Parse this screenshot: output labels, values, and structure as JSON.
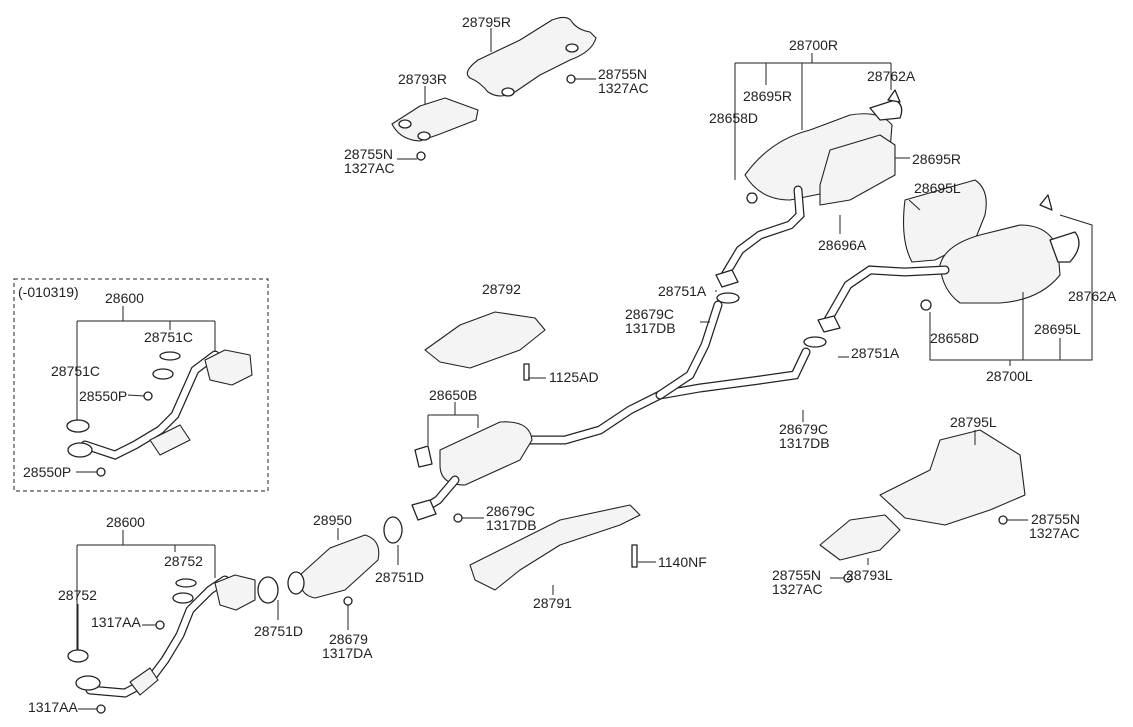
{
  "diagram": {
    "variant_note": "(-010319)",
    "labels": {
      "heat_protector_front_r": "28795R",
      "heat_protector_r": "28793R",
      "nut_r_upper_a": "28755N",
      "nut_r_upper_b": "1327AC",
      "nut_r_lower_a": "28755N",
      "nut_r_lower_b": "1327AC",
      "muffler_r": "28700R",
      "heat_shield_r_top": "28695R",
      "hanger_r_top": "28762A",
      "hanger_r_left": "28658D",
      "heat_shield_r_side": "28695R",
      "heat_shield_l": "28695L",
      "bolt_28696a": "28696A",
      "gasket_28751a_upper": "28751A",
      "nut_center_upper_a": "28679C",
      "nut_center_upper_b": "1317DB",
      "heat_protector_center": "28792",
      "bolt_1125ad": "1125AD",
      "center_muffler": "28650B",
      "hanger_l_right": "28762A",
      "hanger_l_left": "28658D",
      "heat_shield_l_lower": "28695L",
      "gasket_28751a_lower": "28751A",
      "muffler_l": "28700L",
      "nut_center_lower_a": "28679C",
      "nut_center_lower_b": "1317DB",
      "heat_protector_l": "28795L",
      "nut_l_right_a": "28755N",
      "nut_l_right_b": "1327AC",
      "heat_protector_l_small": "28793L",
      "nut_l_left_a": "28755N",
      "nut_l_left_b": "1327AC",
      "front_pipe_old": "28600",
      "gasket_old_top": "28751C",
      "gasket_old_left": "28751C",
      "nut_old_upper": "28550P",
      "nut_old_lower": "28550P",
      "front_pipe": "28600",
      "gasket_top": "28752",
      "gasket_left": "28752",
      "nut_front_upper": "1317AA",
      "nut_front_lower": "1317AA",
      "catalytic_converter": "28950",
      "nut_cc_a": "28679C",
      "nut_cc_b": "1317DB",
      "gasket_cc_right": "28751D",
      "gasket_cc_left": "28751D",
      "nut_28679_a": "28679",
      "nut_28679_b": "1317DA",
      "bolt_1140nf": "1140NF",
      "heat_protector_28791": "28791"
    }
  }
}
